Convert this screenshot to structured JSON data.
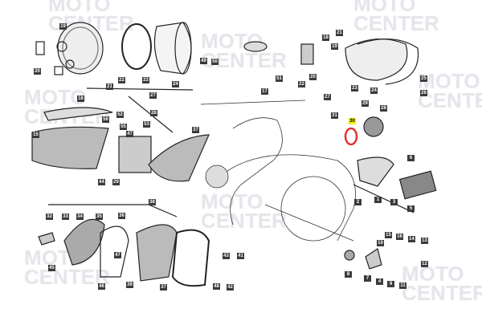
{
  "watermark": {
    "line1": "MOTO",
    "line2": "CENTER"
  },
  "highlight_color": "#e53030",
  "part_labels": [
    "19",
    "20",
    "18",
    "22",
    "23",
    "24",
    "21",
    "27",
    "49",
    "50",
    "28",
    "52",
    "56",
    "55",
    "53",
    "47",
    "15",
    "37",
    "21",
    "18",
    "19",
    "20",
    "22",
    "23",
    "24",
    "25",
    "26",
    "51",
    "17",
    "27",
    "29",
    "28",
    "31",
    "30",
    "44",
    "29",
    "38",
    "32",
    "33",
    "34",
    "35",
    "36",
    "45",
    "47",
    "46",
    "39",
    "37",
    "43",
    "48",
    "42",
    "41",
    "6",
    "1",
    "3",
    "5",
    "2",
    "15",
    "16",
    "14",
    "13",
    "10",
    "12",
    "8",
    "7",
    "4",
    "9",
    "11"
  ],
  "highlighted_part": "30"
}
